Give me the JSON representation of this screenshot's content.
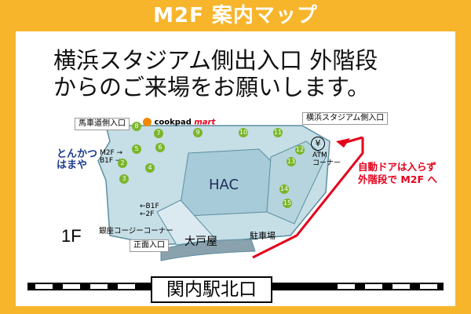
{
  "title": "M2F 案内マップ",
  "message": {
    "line1": "横浜スタジアム側出入口 外階段",
    "line2": "からのご来場をお願いします。"
  },
  "map": {
    "entrance_bashamichi": "馬車道側入口",
    "entrance_stadium": "横浜スタジアム側入口",
    "entrance_front": "正面入口",
    "shop_cookpad": "cookpad",
    "shop_cookpad_mart": "mart",
    "restaurant_line1": "とんかつ",
    "restaurant_line2": "はまや",
    "escalator_up": "M2F →",
    "escalator_down": "B1F →",
    "stair_b1f": "←B1F",
    "stair_2f": "←2F",
    "ginza_corner": "銀座コージーコーナー",
    "hac": "HAC",
    "ootoya": "大戸屋",
    "parking": "駐車場",
    "atm_symbol": "¥",
    "atm_label": "ATM",
    "atm_corner": "コーナー",
    "floor": "1F",
    "store_numbers": [
      "2",
      "3",
      "4",
      "5",
      "6",
      "7",
      "8",
      "9",
      "10",
      "11",
      "12",
      "13",
      "14",
      "15"
    ]
  },
  "note": {
    "line1": "自動ドアは入らず",
    "line2": "外階段で M2F へ"
  },
  "station": "関内駅北口",
  "colors": {
    "frame": "#f7b52b",
    "floorplan": "#b8d7e2",
    "accent_red": "#e3001b",
    "store_marker": "#7ab62a"
  }
}
